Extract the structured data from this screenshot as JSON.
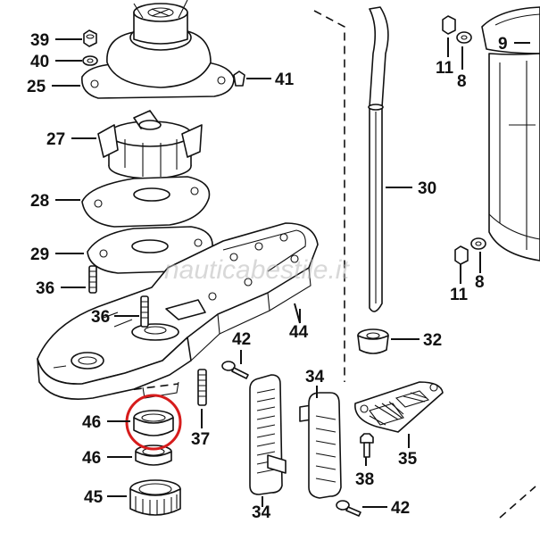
{
  "watermark": "nauticabestile.it",
  "highlight_color": "#d61c1c",
  "callouts": {
    "p39": "39",
    "p40": "40",
    "p25": "25",
    "p41": "41",
    "p27": "27",
    "p28": "28",
    "p29": "29",
    "p36a": "36",
    "p36b": "36",
    "p44": "44",
    "p30": "30",
    "p32": "32",
    "p11a": "11",
    "p8a": "8",
    "p9": "9",
    "p11b": "11",
    "p8b": "8",
    "p42a": "42",
    "p34a": "34",
    "p46a": "46",
    "p37": "37",
    "p46b": "46",
    "p45": "45",
    "p34b": "34",
    "p35": "35",
    "p38": "38",
    "p42b": "42",
    "p34c": "34"
  }
}
